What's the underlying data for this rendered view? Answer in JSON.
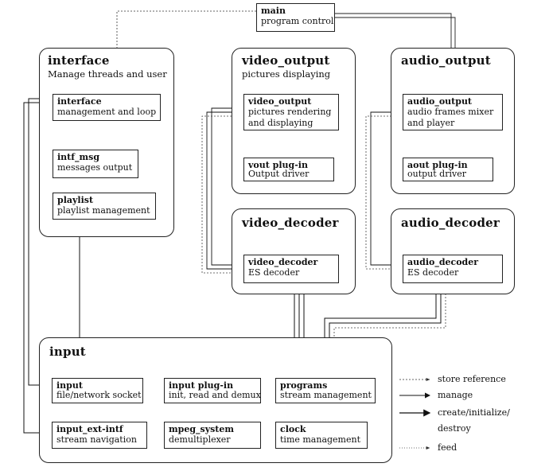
{
  "main": {
    "name": "main",
    "desc": "program control"
  },
  "interface_group": {
    "title": "interface",
    "subtitle": "Manage threads and user"
  },
  "video_output_group": {
    "title": "video_output",
    "subtitle": "pictures displaying"
  },
  "audio_output_group": {
    "title": "audio_output"
  },
  "video_decoder_group": {
    "title": "video_decoder"
  },
  "audio_decoder_group": {
    "title": "audio_decoder"
  },
  "input_group": {
    "title": "input"
  },
  "boxes": {
    "interface": {
      "name": "interface",
      "desc": "management and loop"
    },
    "intf_msg": {
      "name": "intf_msg",
      "desc": "messages output"
    },
    "playlist": {
      "name": "playlist",
      "desc": "playlist management"
    },
    "video_output": {
      "name": "video_output",
      "desc1": "pictures rendering",
      "desc2": "and displaying"
    },
    "vout_plugin": {
      "name": "vout plug-in",
      "desc": "Output driver"
    },
    "audio_output": {
      "name": "audio_output",
      "desc1": "audio frames mixer",
      "desc2": "and player"
    },
    "aout_plugin": {
      "name": "aout plug-in",
      "desc": "output driver"
    },
    "video_decoder": {
      "name": "video_decoder",
      "desc": "ES decoder"
    },
    "audio_decoder": {
      "name": "audio_decoder",
      "desc": "ES decoder"
    },
    "input": {
      "name": "input",
      "desc": "file/network socket"
    },
    "input_plugin": {
      "name": "input plug-in",
      "desc": "init, read and demux"
    },
    "programs": {
      "name": "programs",
      "desc": "stream management"
    },
    "input_ext_intf": {
      "name": "input_ext-intf",
      "desc": "stream navigation"
    },
    "mpeg_system": {
      "name": "mpeg_system",
      "desc": "demultiplexer"
    },
    "clock": {
      "name": "clock",
      "desc": "time management"
    }
  },
  "legend": {
    "store_reference": "store reference",
    "manage": "manage",
    "create_line1": "create/initialize/",
    "create_line2": "destroy",
    "feed": "feed"
  }
}
